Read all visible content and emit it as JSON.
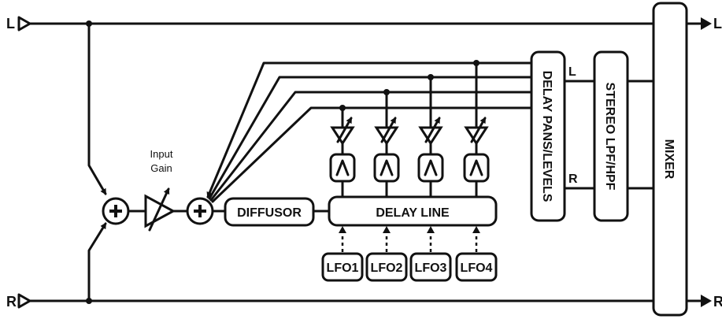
{
  "inputs": {
    "left": "L",
    "right": "R"
  },
  "outputs": {
    "left": "L",
    "right": "R"
  },
  "input_gain": {
    "line1": "Input",
    "line2": "Gain"
  },
  "blocks": {
    "diffusor": "DIFFUSOR",
    "delay_line": "DELAY LINE",
    "delay_pans": "DELAY PANS/LEVELS",
    "stereo_filter": "STEREO LPF/HPF",
    "mixer": "MIXER"
  },
  "pan_channels": {
    "left": "L",
    "right": "R"
  },
  "lfos": [
    "LFO1",
    "LFO2",
    "LFO3",
    "LFO4"
  ],
  "colors": {
    "stroke": "#111111",
    "background": "#ffffff"
  }
}
